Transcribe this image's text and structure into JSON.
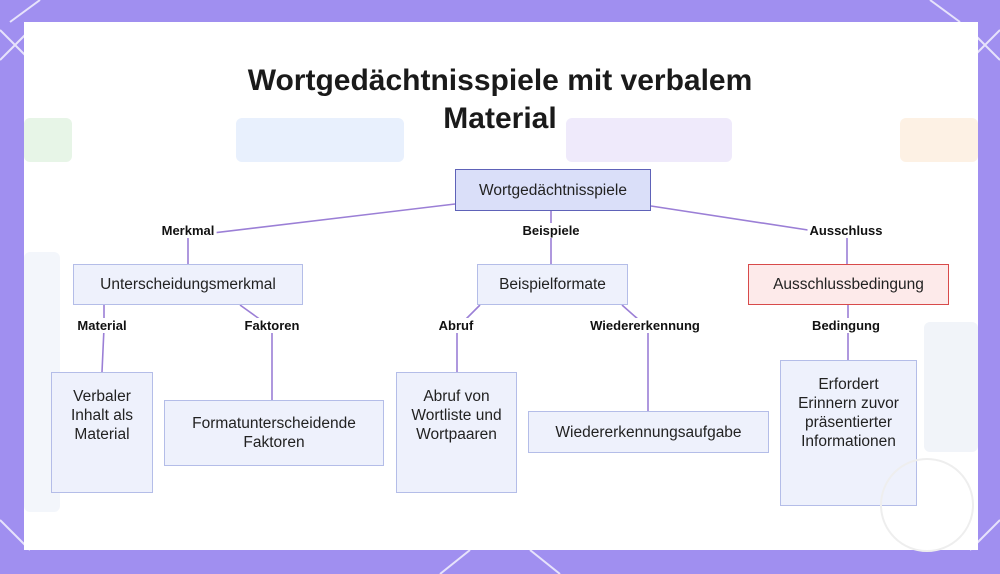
{
  "title": {
    "line1": "Wortgedächtnisspiele mit verbalem",
    "line2": "Material"
  },
  "nodes": {
    "root": "Wortgedächtnisspiele",
    "merkmal": "Unterscheidungsmerkmal",
    "beispiele": "Beispielformate",
    "ausschluss": "Ausschlussbedingung",
    "material": "Verbaler Inhalt als Material",
    "faktoren": "Formatunterscheidende Faktoren",
    "abruf": "Abruf von Wortliste und Wortpaaren",
    "wiedererkennung": "Wiedererkennungsaufgabe",
    "bedingung": "Erfordert Erinnern zuvor präsentierter Informationen"
  },
  "edge_labels": {
    "merkmal": "Merkmal",
    "beispiele": "Beispiele",
    "ausschluss": "Ausschluss",
    "material": "Material",
    "faktoren": "Faktoren",
    "abruf": "Abruf",
    "wiedererkennung": "Wiedererkennung",
    "bedingung": "Bedingung"
  },
  "colors": {
    "frame": "#a08ff0",
    "node_fill": "#eef1fc",
    "node_border": "#b4bde8",
    "root_fill": "#dadff9",
    "root_border": "#5e62b8",
    "exclusion_fill": "#fdeaea",
    "exclusion_border": "#d84a4a",
    "edge": "#9b7fd6"
  }
}
